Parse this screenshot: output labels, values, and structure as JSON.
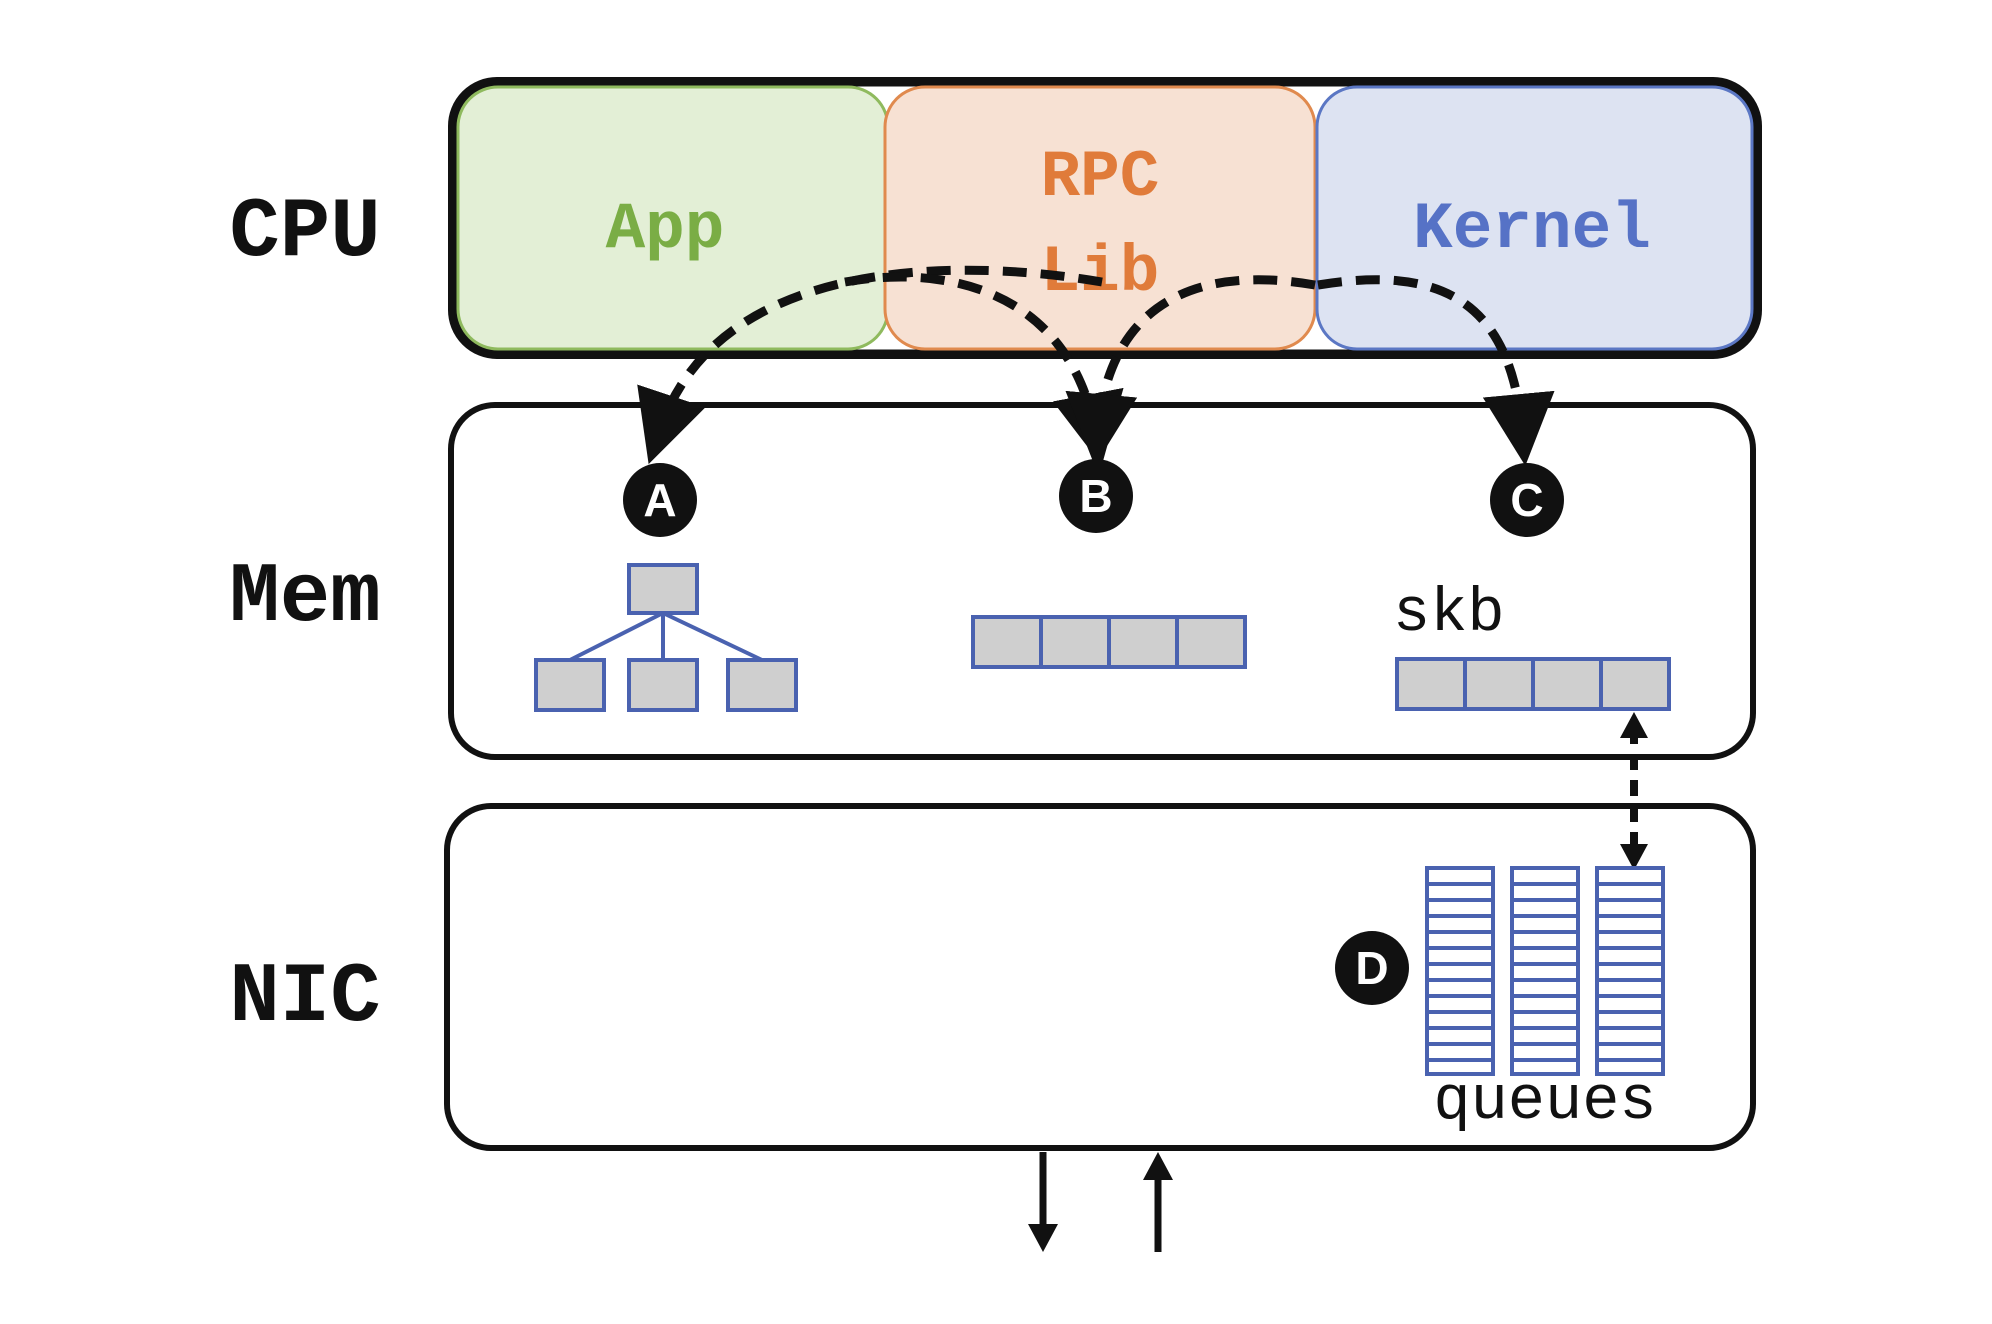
{
  "rows": {
    "cpu": "CPU",
    "mem": "Mem",
    "nic": "NIC"
  },
  "cpu_components": {
    "app": "App",
    "rpc_line1": "RPC",
    "rpc_line2": "Lib",
    "kernel": "Kernel"
  },
  "markers": {
    "a": "A",
    "b": "B",
    "c": "C",
    "d": "D"
  },
  "labels": {
    "skb": "skb",
    "queues": "queues"
  },
  "colors": {
    "app_fill": "#e3efd6",
    "app_stroke": "#8fba5e",
    "app_text": "#7aad45",
    "rpc_fill": "#f7e1d3",
    "rpc_stroke": "#e08a4e",
    "rpc_text": "#e07b3a",
    "kernel_fill": "#dde3f2",
    "kernel_stroke": "#5b77c4",
    "kernel_text": "#5672c6",
    "struct_fill": "#cfcfcf",
    "struct_stroke": "#4a62b0"
  }
}
